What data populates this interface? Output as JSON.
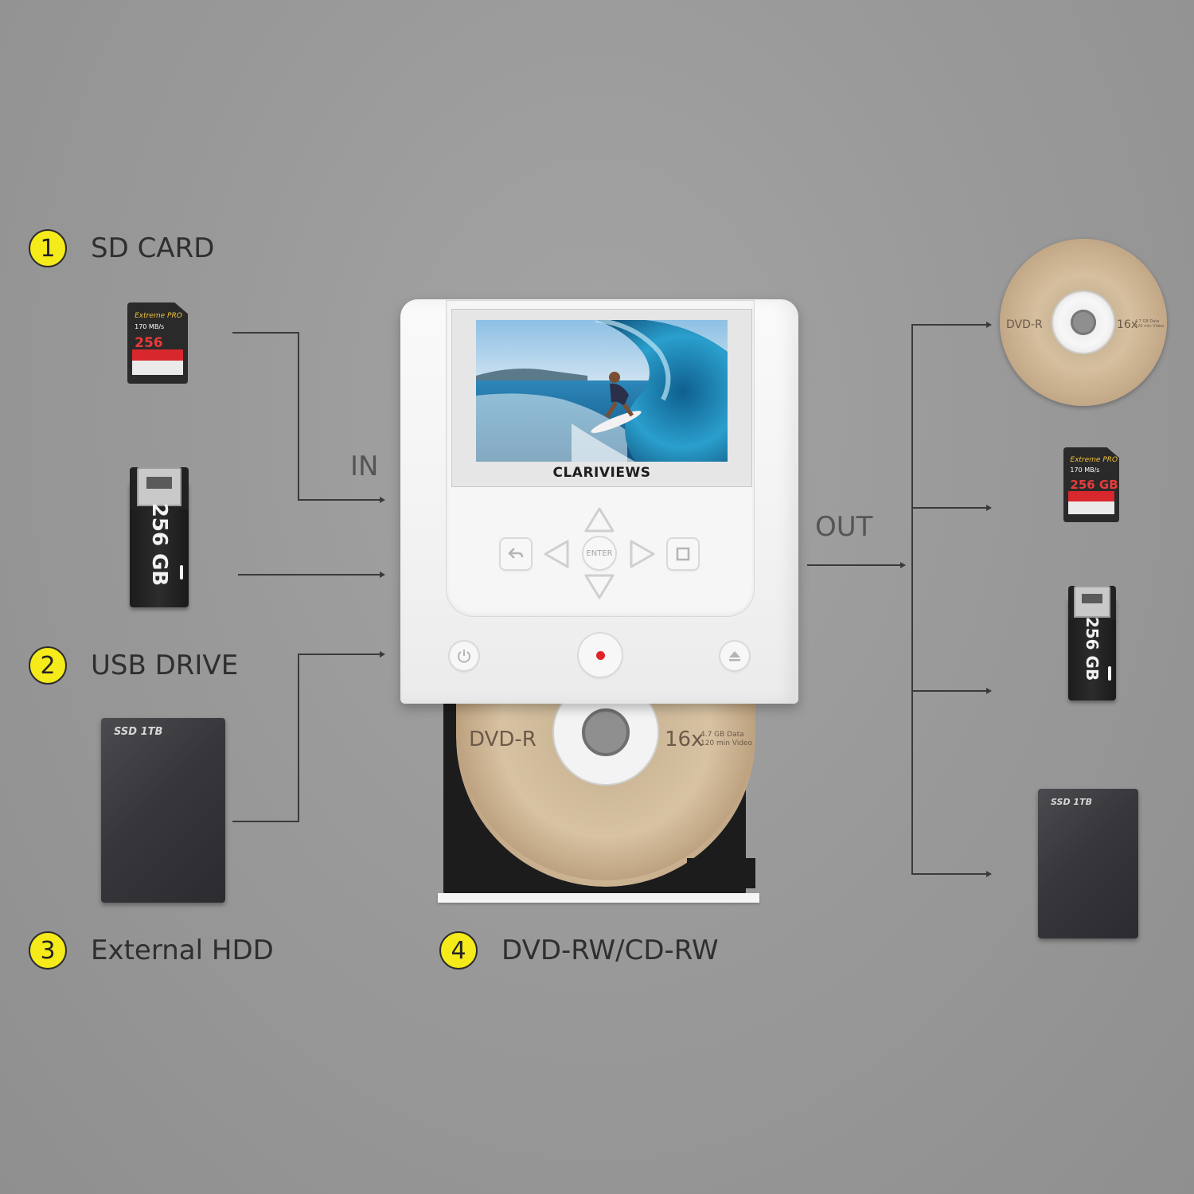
{
  "inputs": [
    {
      "number": "1",
      "label": "SD CARD"
    },
    {
      "number": "2",
      "label": "USB DRIVE"
    },
    {
      "number": "3",
      "label": "External HDD"
    }
  ],
  "output_item": {
    "number": "4",
    "label": "DVD-RW/CD-RW"
  },
  "flow": {
    "in_label": "IN",
    "out_label": "OUT"
  },
  "device": {
    "brand": "CLARIVIEWS",
    "enter_label": "ENTER",
    "record_color": "#e0242a"
  },
  "sd_card": {
    "brand": "Extreme PRO",
    "speed": "170 MB/s",
    "capacity": "256 GB"
  },
  "usb_drive": {
    "capacity": "256 GB"
  },
  "ssd": {
    "label": "SSD 1TB"
  },
  "disc": {
    "type": "DVD-R",
    "speed": "16x",
    "capacity_line1": "4.7 GB Data",
    "capacity_line2": "120 min Video"
  },
  "colors": {
    "badge": "#f5ea1a",
    "background": "#9a9a9a",
    "text": "#2f2f2f"
  }
}
